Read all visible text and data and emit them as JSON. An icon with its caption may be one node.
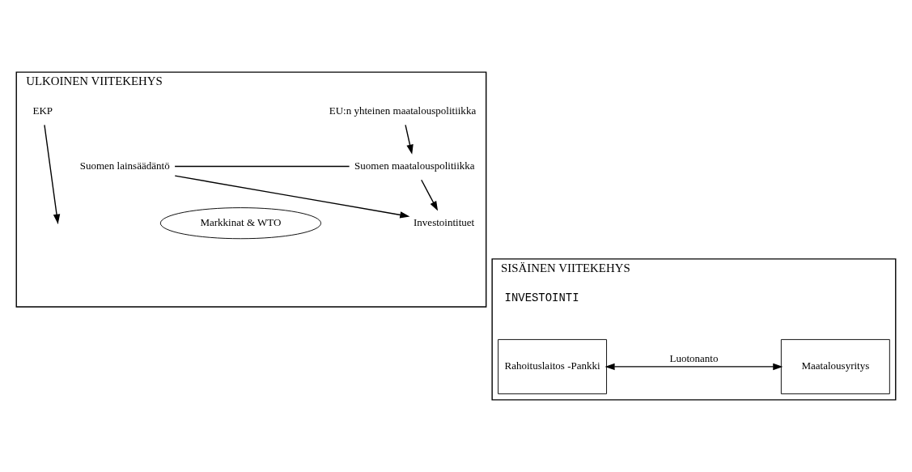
{
  "diagram": {
    "nodes": [
      {
        "text": [
          "ULKOINEN VIITEKEHYS"
        ]
      },
      {
        "text": [
          "EKP"
        ],
        "in": 0
      },
      {
        "text": [
          "EU:n yhteinen maatalouspolitiikka"
        ],
        "in": 0
      },
      {
        "text": [
          "Suomen lainsäädäntö"
        ],
        "in": 0
      },
      {
        "text": [
          "Suomen maatalouspolitiikka"
        ],
        "in": 0
      },
      {
        "text": [
          "Markkinat & WTO"
        ],
        "in": 0
      },
      {
        "text": [
          "Investointituet"
        ],
        "in": 0
      },
      {
        "text": [
          "SISÄINEN VIITEKEHYS"
        ]
      },
      {
        "text": [
          "Rahoituslaitos -Pankki"
        ],
        "in": 7
      },
      {
        "text": [
          "Maatalousyritys"
        ],
        "in": 7
      }
    ],
    "edges": [
      {
        "from": 1,
        "to": null,
        "arrow": "to"
      },
      {
        "from": 2,
        "to": 4,
        "arrow": "to"
      },
      {
        "from": 3,
        "to": 4,
        "arrow": "none"
      },
      {
        "from": 3,
        "to": 6,
        "arrow": "to"
      },
      {
        "from": 4,
        "to": 6,
        "arrow": "to"
      },
      {
        "from": 8,
        "to": 9,
        "label": "Luotonanto",
        "arrow": "both"
      }
    ],
    "labels": [
      "INVESTOINTI"
    ]
  }
}
